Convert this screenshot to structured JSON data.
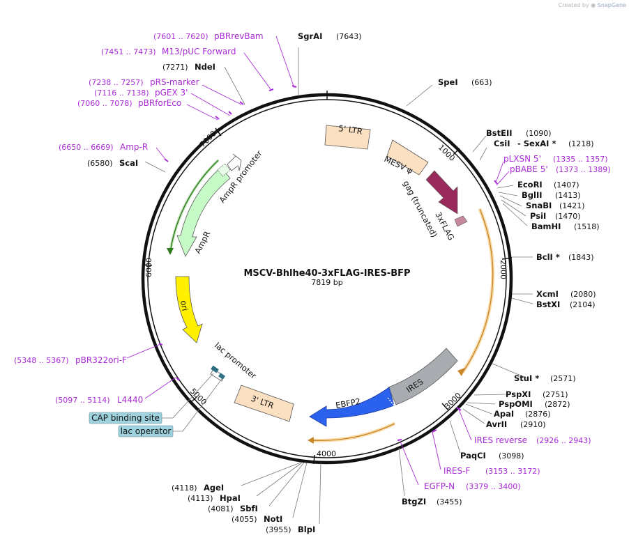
{
  "credit": {
    "prefix": "Created by",
    "brand": "SnapGene"
  },
  "plasmid": {
    "name": "MSCV-Bhlhe40-3xFLAG-IRES-BFP",
    "size": "7819 bp"
  },
  "ticks": [
    "1000",
    "2000",
    "3000",
    "4000",
    "5000",
    "6000",
    "7000"
  ],
  "enzymes": [
    {
      "name": "SgrAI",
      "pos": "(7643)"
    },
    {
      "name": "SpeI",
      "pos": "(663)"
    },
    {
      "name": "BstEII",
      "pos": "(1090)"
    },
    {
      "name": "CsiI",
      "pos": "- SexAI *"
    },
    {
      "name": "",
      "pos": "(1218)"
    },
    {
      "name": "EcoRI",
      "pos": "(1407)"
    },
    {
      "name": "BglII",
      "pos": "(1413)"
    },
    {
      "name": "SnaBI",
      "pos": "(1421)"
    },
    {
      "name": "PsiI",
      "pos": "(1470)"
    },
    {
      "name": "BamHI",
      "pos": "(1518)"
    },
    {
      "name": "BclI *",
      "pos": "(1843)"
    },
    {
      "name": "XcmI",
      "pos": "(2080)"
    },
    {
      "name": "BstXI",
      "pos": "(2104)"
    },
    {
      "name": "StuI *",
      "pos": "(2571)"
    },
    {
      "name": "PspXI",
      "pos": "(2751)"
    },
    {
      "name": "PspOMI",
      "pos": "(2872)"
    },
    {
      "name": "ApaI",
      "pos": "(2876)"
    },
    {
      "name": "AvrII",
      "pos": "(2910)"
    },
    {
      "name": "PaqCI",
      "pos": "(3098)"
    },
    {
      "name": "BtgZI",
      "pos": "(3455)"
    },
    {
      "name": "BlpI",
      "pos": "(3955)"
    },
    {
      "name": "NotI",
      "pos": "(4055)"
    },
    {
      "name": "SbfI",
      "pos": "(4081)"
    },
    {
      "name": "HpaI",
      "pos": "(4113)"
    },
    {
      "name": "AgeI",
      "pos": "(4118)"
    },
    {
      "name": "ScaI",
      "pos": "(6580)"
    },
    {
      "name": "NdeI",
      "pos": "(7271)"
    }
  ],
  "primers": [
    {
      "name": "pBRrevBam",
      "pos": "(7601 .. 7620)"
    },
    {
      "name": "M13/pUC Forward",
      "pos": "(7451 .. 7473)"
    },
    {
      "name": "pRS-marker",
      "pos": "(7238 .. 7257)"
    },
    {
      "name": "pGEX 3'",
      "pos": "(7116 .. 7138)"
    },
    {
      "name": "pBRforEco",
      "pos": "(7060 .. 7078)"
    },
    {
      "name": "Amp-R",
      "pos": "(6650 .. 6669)"
    },
    {
      "name": "pLXSN 5'",
      "pos": "(1335 .. 1357)"
    },
    {
      "name": "pBABE 5'",
      "pos": "(1373 .. 1389)"
    },
    {
      "name": "IRES reverse",
      "pos": "(2926 .. 2943)"
    },
    {
      "name": "IRES-F",
      "pos": "(3153 .. 3172)"
    },
    {
      "name": "EGFP-N",
      "pos": "(3379 .. 3400)"
    },
    {
      "name": "pBR322ori-F",
      "pos": "(5348 .. 5367)"
    },
    {
      "name": "L4440",
      "pos": "(5097 .. 5114)"
    }
  ],
  "features": [
    {
      "name": "5' LTR",
      "color": "#fce0c2"
    },
    {
      "name": "MESV ψ",
      "color": "#fce0c2"
    },
    {
      "name": "gag (truncated)",
      "color": "#9b2a5c"
    },
    {
      "name": "3xFLAG",
      "color": "#c6879f"
    },
    {
      "name": "IRES",
      "color": "#a8acb1"
    },
    {
      "name": "EBFP2",
      "color": "#2a62ee"
    },
    {
      "name": "3' LTR",
      "color": "#fce0c2"
    },
    {
      "name": "lac promoter",
      "color": "#ffffff"
    },
    {
      "name": "ori",
      "color": "#fff000"
    },
    {
      "name": "AmpR",
      "color": "#c6fbc8"
    },
    {
      "name": "AmpR promoter",
      "color": "#ffffff"
    }
  ],
  "boxes": [
    {
      "name": "CAP binding site",
      "color": "#9ed2de"
    },
    {
      "name": "lac operator",
      "color": "#9ed2de"
    }
  ],
  "colors": {
    "primer": "#a82ad6",
    "orf": "#f3b242",
    "ring": "#111111"
  }
}
